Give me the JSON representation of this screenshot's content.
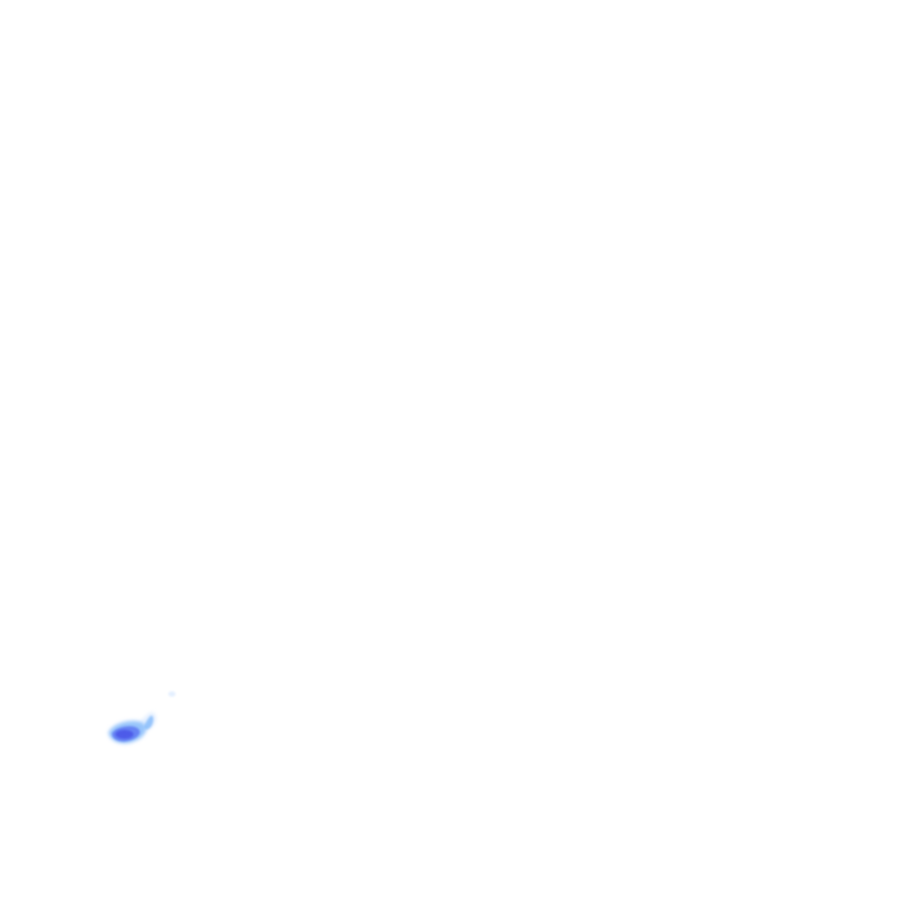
{
  "map": {
    "background_color": "#ffffff",
    "overlay": {
      "palette": {
        "light": "#dbeaff",
        "mid": "#8ec0fb",
        "strong": "#5f7cf3",
        "core": "#4a58e8"
      },
      "features": [
        {
          "name": "radar-echo-main",
          "intensity": "strong"
        },
        {
          "name": "radar-echo-tail",
          "intensity": "light"
        },
        {
          "name": "radar-echo-speck",
          "intensity": "light"
        }
      ]
    }
  }
}
